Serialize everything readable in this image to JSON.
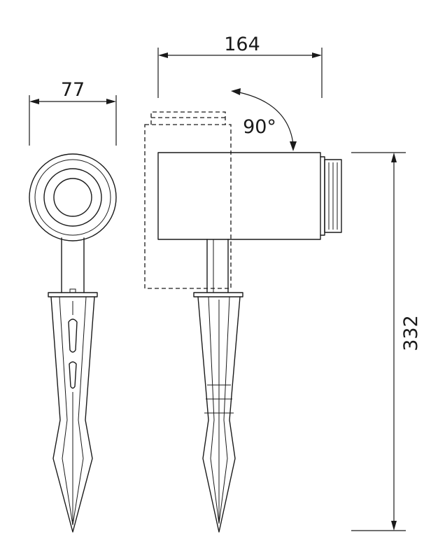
{
  "dimensions": {
    "width_front": "77",
    "width_side": "164",
    "height_total": "332",
    "rotation": "90°"
  }
}
